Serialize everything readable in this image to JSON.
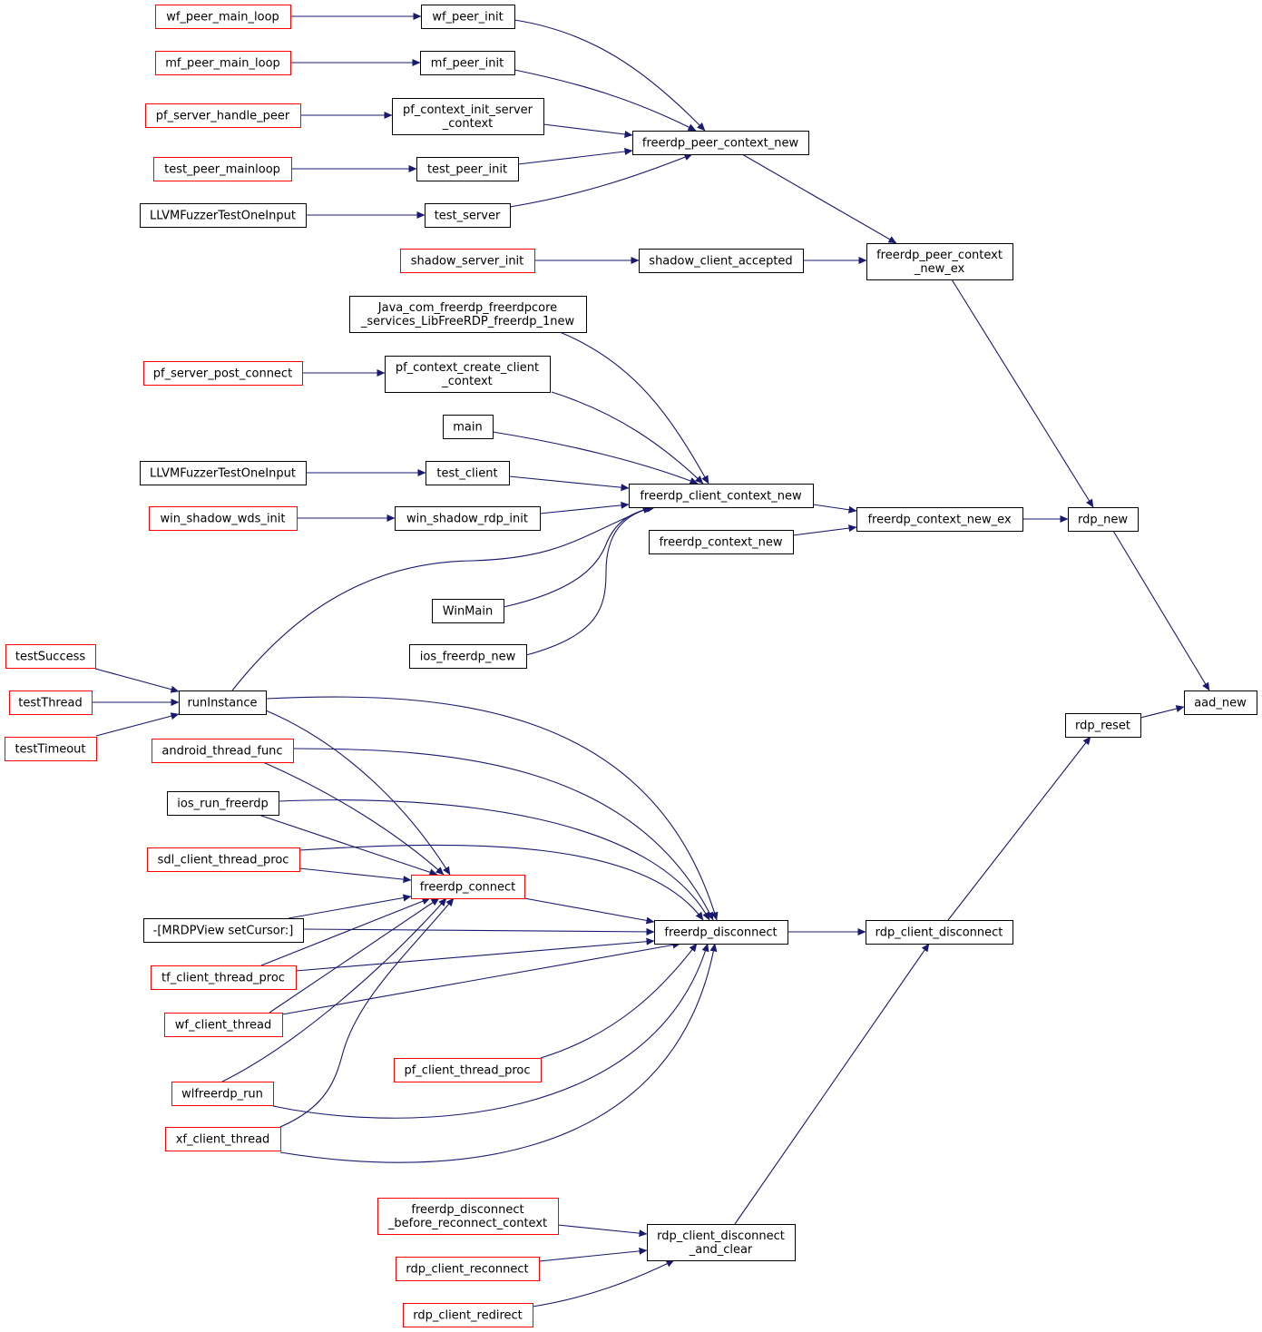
{
  "colors": {
    "edge": "#191970",
    "node_border_normal": "#000000",
    "node_border_truncated": "#ff0000",
    "node_fill": "#ffffff",
    "highlight_fill": "#bfbfbf"
  },
  "graph": {
    "nodes": [
      {
        "id": "aad_new",
        "lines": [
          "aad_new"
        ],
        "style": "highlight"
      },
      {
        "id": "rdp_new",
        "lines": [
          "rdp_new"
        ],
        "style": "normal"
      },
      {
        "id": "rdp_reset",
        "lines": [
          "rdp_reset"
        ],
        "style": "normal"
      },
      {
        "id": "freerdp_peer_context_new_ex",
        "lines": [
          "freerdp_peer_context",
          "_new_ex"
        ],
        "style": "normal"
      },
      {
        "id": "freerdp_context_new_ex",
        "lines": [
          "freerdp_context_new_ex"
        ],
        "style": "normal"
      },
      {
        "id": "rdp_client_disconnect",
        "lines": [
          "rdp_client_disconnect"
        ],
        "style": "normal"
      },
      {
        "id": "freerdp_peer_context_new",
        "lines": [
          "freerdp_peer_context_new"
        ],
        "style": "normal"
      },
      {
        "id": "shadow_client_accepted",
        "lines": [
          "shadow_client_accepted"
        ],
        "style": "normal"
      },
      {
        "id": "freerdp_client_context_new",
        "lines": [
          "freerdp_client_context_new"
        ],
        "style": "normal"
      },
      {
        "id": "freerdp_context_new",
        "lines": [
          "freerdp_context_new"
        ],
        "style": "normal"
      },
      {
        "id": "freerdp_disconnect",
        "lines": [
          "freerdp_disconnect"
        ],
        "style": "normal"
      },
      {
        "id": "rdp_client_disconnect_and_clear",
        "lines": [
          "rdp_client_disconnect",
          "_and_clear"
        ],
        "style": "normal"
      },
      {
        "id": "wf_peer_init",
        "lines": [
          "wf_peer_init"
        ],
        "style": "normal"
      },
      {
        "id": "mf_peer_init",
        "lines": [
          "mf_peer_init"
        ],
        "style": "normal"
      },
      {
        "id": "pf_context_init_server_context",
        "lines": [
          "pf_context_init_server",
          "_context"
        ],
        "style": "normal"
      },
      {
        "id": "test_peer_init",
        "lines": [
          "test_peer_init"
        ],
        "style": "normal"
      },
      {
        "id": "test_server",
        "lines": [
          "test_server"
        ],
        "style": "normal"
      },
      {
        "id": "java_freerdp_new",
        "lines": [
          "Java_com_freerdp_freerdpcore",
          "_services_LibFreeRDP_freerdp_1new"
        ],
        "style": "normal"
      },
      {
        "id": "pf_context_create_client_context",
        "lines": [
          "pf_context_create_client",
          "_context"
        ],
        "style": "normal"
      },
      {
        "id": "main",
        "lines": [
          "main"
        ],
        "style": "normal"
      },
      {
        "id": "test_client",
        "lines": [
          "test_client"
        ],
        "style": "normal"
      },
      {
        "id": "win_shadow_rdp_init",
        "lines": [
          "win_shadow_rdp_init"
        ],
        "style": "normal"
      },
      {
        "id": "WinMain",
        "lines": [
          "WinMain"
        ],
        "style": "normal"
      },
      {
        "id": "ios_freerdp_new",
        "lines": [
          "ios_freerdp_new"
        ],
        "style": "normal"
      },
      {
        "id": "freerdp_connect",
        "lines": [
          "freerdp_connect"
        ],
        "style": "truncated"
      },
      {
        "id": "pf_client_thread_proc",
        "lines": [
          "pf_client_thread_proc"
        ],
        "style": "truncated"
      },
      {
        "id": "freerdp_disconnect_before_reconnect_context",
        "lines": [
          "freerdp_disconnect",
          "_before_reconnect_context"
        ],
        "style": "truncated"
      },
      {
        "id": "rdp_client_reconnect",
        "lines": [
          "rdp_client_reconnect"
        ],
        "style": "truncated"
      },
      {
        "id": "rdp_client_redirect",
        "lines": [
          "rdp_client_redirect"
        ],
        "style": "truncated"
      },
      {
        "id": "wf_peer_main_loop",
        "lines": [
          "wf_peer_main_loop"
        ],
        "style": "truncated"
      },
      {
        "id": "mf_peer_main_loop",
        "lines": [
          "mf_peer_main_loop"
        ],
        "style": "truncated"
      },
      {
        "id": "pf_server_handle_peer",
        "lines": [
          "pf_server_handle_peer"
        ],
        "style": "truncated"
      },
      {
        "id": "test_peer_mainloop",
        "lines": [
          "test_peer_mainloop"
        ],
        "style": "truncated"
      },
      {
        "id": "LLVMFuzzerTestOneInput_1",
        "lines": [
          "LLVMFuzzerTestOneInput"
        ],
        "style": "normal"
      },
      {
        "id": "shadow_server_init",
        "lines": [
          "shadow_server_init"
        ],
        "style": "truncated"
      },
      {
        "id": "pf_server_post_connect",
        "lines": [
          "pf_server_post_connect"
        ],
        "style": "truncated"
      },
      {
        "id": "LLVMFuzzerTestOneInput_2",
        "lines": [
          "LLVMFuzzerTestOneInput"
        ],
        "style": "normal"
      },
      {
        "id": "win_shadow_wds_init",
        "lines": [
          "win_shadow_wds_init"
        ],
        "style": "truncated"
      },
      {
        "id": "runInstance",
        "lines": [
          "runInstance"
        ],
        "style": "normal"
      },
      {
        "id": "android_thread_func",
        "lines": [
          "android_thread_func"
        ],
        "style": "truncated"
      },
      {
        "id": "ios_run_freerdp",
        "lines": [
          "ios_run_freerdp"
        ],
        "style": "normal"
      },
      {
        "id": "sdl_client_thread_proc",
        "lines": [
          "sdl_client_thread_proc"
        ],
        "style": "truncated"
      },
      {
        "id": "mrdpview_setcursor",
        "lines": [
          "-[MRDPView setCursor:]"
        ],
        "style": "normal"
      },
      {
        "id": "tf_client_thread_proc",
        "lines": [
          "tf_client_thread_proc"
        ],
        "style": "truncated"
      },
      {
        "id": "wf_client_thread",
        "lines": [
          "wf_client_thread"
        ],
        "style": "truncated"
      },
      {
        "id": "wlfreerdp_run",
        "lines": [
          "wlfreerdp_run"
        ],
        "style": "truncated"
      },
      {
        "id": "xf_client_thread",
        "lines": [
          "xf_client_thread"
        ],
        "style": "truncated"
      },
      {
        "id": "testSuccess",
        "lines": [
          "testSuccess"
        ],
        "style": "truncated"
      },
      {
        "id": "testThread",
        "lines": [
          "testThread"
        ],
        "style": "truncated"
      },
      {
        "id": "testTimeout",
        "lines": [
          "testTimeout"
        ],
        "style": "truncated"
      }
    ],
    "edges": [
      {
        "from": "rdp_new",
        "to": "aad_new"
      },
      {
        "from": "rdp_reset",
        "to": "aad_new"
      },
      {
        "from": "freerdp_peer_context_new_ex",
        "to": "rdp_new"
      },
      {
        "from": "freerdp_context_new_ex",
        "to": "rdp_new"
      },
      {
        "from": "rdp_client_disconnect",
        "to": "rdp_reset"
      },
      {
        "from": "freerdp_peer_context_new",
        "to": "freerdp_peer_context_new_ex"
      },
      {
        "from": "shadow_client_accepted",
        "to": "freerdp_peer_context_new_ex"
      },
      {
        "from": "freerdp_client_context_new",
        "to": "freerdp_context_new_ex"
      },
      {
        "from": "freerdp_context_new",
        "to": "freerdp_context_new_ex"
      },
      {
        "from": "freerdp_disconnect",
        "to": "rdp_client_disconnect"
      },
      {
        "from": "rdp_client_disconnect_and_clear",
        "to": "rdp_client_disconnect"
      },
      {
        "from": "wf_peer_init",
        "to": "freerdp_peer_context_new"
      },
      {
        "from": "mf_peer_init",
        "to": "freerdp_peer_context_new"
      },
      {
        "from": "pf_context_init_server_context",
        "to": "freerdp_peer_context_new"
      },
      {
        "from": "test_peer_init",
        "to": "freerdp_peer_context_new"
      },
      {
        "from": "test_server",
        "to": "freerdp_peer_context_new"
      },
      {
        "from": "shadow_server_init",
        "to": "shadow_client_accepted"
      },
      {
        "from": "java_freerdp_new",
        "to": "freerdp_client_context_new"
      },
      {
        "from": "pf_context_create_client_context",
        "to": "freerdp_client_context_new"
      },
      {
        "from": "main",
        "to": "freerdp_client_context_new"
      },
      {
        "from": "test_client",
        "to": "freerdp_client_context_new"
      },
      {
        "from": "win_shadow_rdp_init",
        "to": "freerdp_client_context_new"
      },
      {
        "from": "runInstance",
        "to": "freerdp_client_context_new"
      },
      {
        "from": "WinMain",
        "to": "freerdp_client_context_new"
      },
      {
        "from": "ios_freerdp_new",
        "to": "freerdp_client_context_new"
      },
      {
        "from": "wf_peer_main_loop",
        "to": "wf_peer_init"
      },
      {
        "from": "mf_peer_main_loop",
        "to": "mf_peer_init"
      },
      {
        "from": "pf_server_handle_peer",
        "to": "pf_context_init_server_context"
      },
      {
        "from": "test_peer_mainloop",
        "to": "test_peer_init"
      },
      {
        "from": "LLVMFuzzerTestOneInput_1",
        "to": "test_server"
      },
      {
        "from": "pf_server_post_connect",
        "to": "pf_context_create_client_context"
      },
      {
        "from": "LLVMFuzzerTestOneInput_2",
        "to": "test_client"
      },
      {
        "from": "win_shadow_wds_init",
        "to": "win_shadow_rdp_init"
      },
      {
        "from": "testSuccess",
        "to": "runInstance"
      },
      {
        "from": "testThread",
        "to": "runInstance"
      },
      {
        "from": "testTimeout",
        "to": "runInstance"
      },
      {
        "from": "freerdp_connect",
        "to": "freerdp_disconnect"
      },
      {
        "from": "runInstance",
        "to": "freerdp_disconnect"
      },
      {
        "from": "android_thread_func",
        "to": "freerdp_disconnect"
      },
      {
        "from": "ios_run_freerdp",
        "to": "freerdp_disconnect"
      },
      {
        "from": "sdl_client_thread_proc",
        "to": "freerdp_disconnect"
      },
      {
        "from": "mrdpview_setcursor",
        "to": "freerdp_disconnect"
      },
      {
        "from": "tf_client_thread_proc",
        "to": "freerdp_disconnect"
      },
      {
        "from": "wf_client_thread",
        "to": "freerdp_disconnect"
      },
      {
        "from": "pf_client_thread_proc",
        "to": "freerdp_disconnect"
      },
      {
        "from": "wlfreerdp_run",
        "to": "freerdp_disconnect"
      },
      {
        "from": "xf_client_thread",
        "to": "freerdp_disconnect"
      },
      {
        "from": "runInstance",
        "to": "freerdp_connect"
      },
      {
        "from": "android_thread_func",
        "to": "freerdp_connect"
      },
      {
        "from": "ios_run_freerdp",
        "to": "freerdp_connect"
      },
      {
        "from": "sdl_client_thread_proc",
        "to": "freerdp_connect"
      },
      {
        "from": "mrdpview_setcursor",
        "to": "freerdp_connect"
      },
      {
        "from": "tf_client_thread_proc",
        "to": "freerdp_connect"
      },
      {
        "from": "wf_client_thread",
        "to": "freerdp_connect"
      },
      {
        "from": "wlfreerdp_run",
        "to": "freerdp_connect"
      },
      {
        "from": "xf_client_thread",
        "to": "freerdp_connect"
      },
      {
        "from": "freerdp_disconnect_before_reconnect_context",
        "to": "rdp_client_disconnect_and_clear"
      },
      {
        "from": "rdp_client_reconnect",
        "to": "rdp_client_disconnect_and_clear"
      },
      {
        "from": "rdp_client_redirect",
        "to": "rdp_client_disconnect_and_clear"
      }
    ]
  }
}
